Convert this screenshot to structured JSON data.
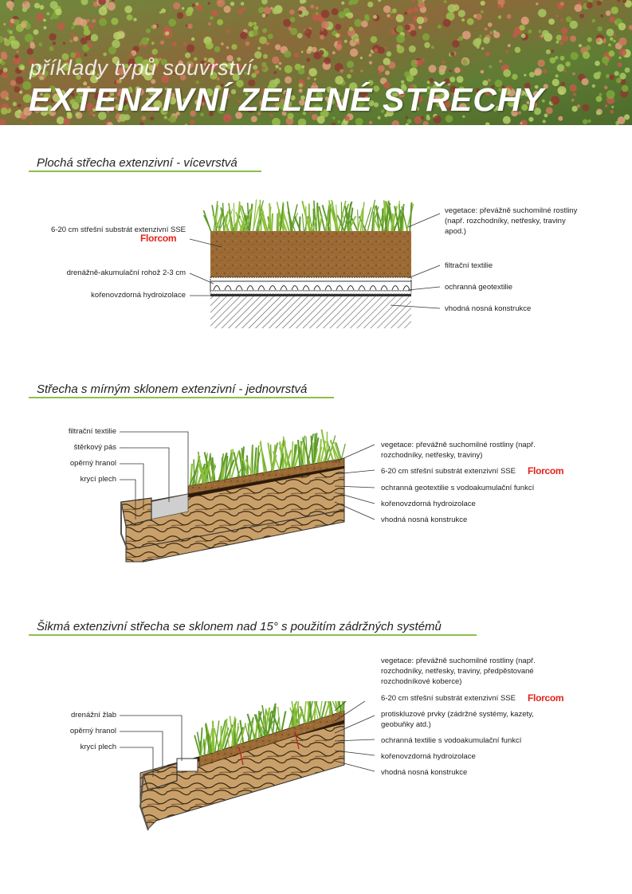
{
  "header": {
    "subtitle": "příklady typů souvrství",
    "title": "EXTENZIVNÍ ZELENÉ STŘECHY"
  },
  "brand": {
    "logo_text": "Florcom",
    "logo_color": "#e2231a",
    "accent_color": "#8fbe4a"
  },
  "section1": {
    "title": "Plochá střecha extenzivní - vícevrstvá",
    "left_labels": [
      "6-20 cm střešní substrát extenzivní SSE",
      "drenážně-akumulační rohož 2-3 cm",
      "kořenovzdorná hydroizolace"
    ],
    "right_labels": [
      "vegetace: převážně suchomilné rostliny (např. rozchodníky, netřesky, traviny apod.)",
      "filtrační textilie",
      "ochranná geotextilie",
      "vhodná nosná konstrukce"
    ]
  },
  "section2": {
    "title": "Střecha s mírným sklonem extenzivní - jednovrstvá",
    "left_labels": [
      "filtrační textilie",
      "štěrkový pás",
      "opěrný hranol",
      "krycí plech"
    ],
    "right_labels": [
      "vegetace: převážně suchomilné rostliny (např. rozchodníky, netřesky, traviny)",
      "6-20 cm střešní substrát extenzivní SSE",
      "ochranná geotextilie s vodoakumulační funkcí",
      "kořenovzdorná hydroizolace",
      "vhodná nosná konstrukce"
    ]
  },
  "section3": {
    "title": "Šikmá extenzivní střecha se sklonem nad 15° s použitím zádržných systémů",
    "left_labels": [
      "drenážní žlab",
      "opěrný hranol",
      "krycí plech"
    ],
    "right_labels": [
      "vegetace: převážně suchomilné rostliny (např. rozchodníky, netřesky, traviny, předpěstované rozchodníkové koberce)",
      "6-20 cm střešní substrát extenzivní SSE",
      "protiskluzové prvky (zádržné systémy, kazety, geobuňky atd.)",
      "ochranná textilie s vodoakumulační funkcí",
      "kořenovzdorná hydroizolace",
      "vhodná nosná konstrukce"
    ]
  }
}
